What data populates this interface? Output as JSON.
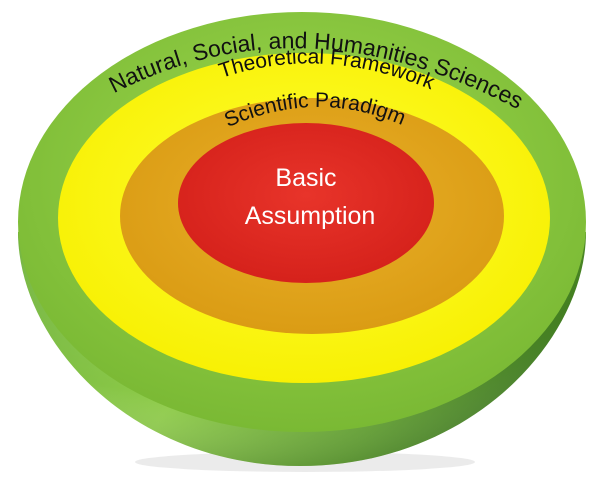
{
  "diagram": {
    "layers": [
      {
        "id": "outer",
        "label": "Natural, Social, and Humanities Sciences",
        "color": "#8cc63f"
      },
      {
        "id": "second",
        "label": "Theoretical Framework",
        "color": "#ffff00"
      },
      {
        "id": "third",
        "label": "Scientific Paradigm",
        "color": "#e6a817"
      },
      {
        "id": "core",
        "label_line1": "Basic",
        "label_line2": "Assumption",
        "color": "#e0261b"
      }
    ],
    "shell_colors": {
      "light": "#86c43e",
      "dark": "#3f7a1f",
      "rim": "#6fae2f"
    }
  }
}
